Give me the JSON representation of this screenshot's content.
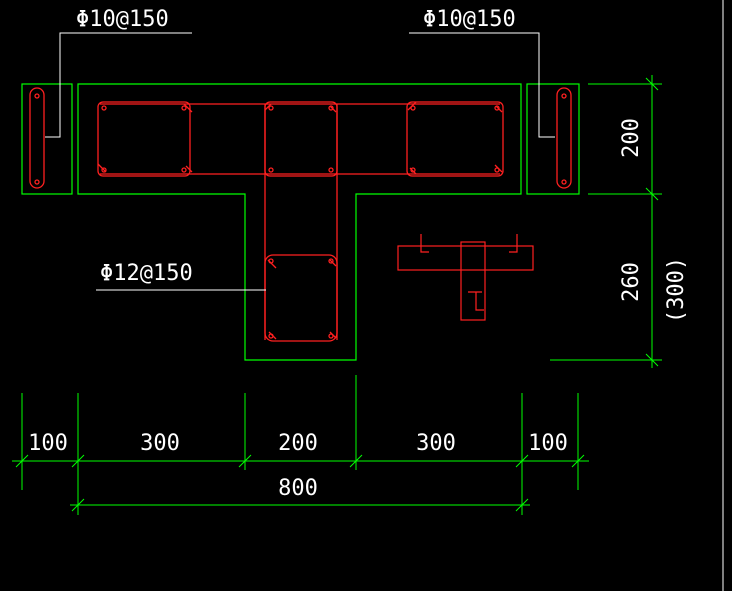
{
  "labels": {
    "rebar_left": "Φ10@150",
    "rebar_right": "Φ10@150",
    "rebar_stem": "Φ12@150"
  },
  "dimensions": {
    "horizontal": [
      "100",
      "300",
      "200",
      "300",
      "100"
    ],
    "total": "800",
    "vertical_top": "200",
    "vertical_bottom": "260",
    "vertical_bottom_alt": "(300)"
  },
  "colors": {
    "background": "#000000",
    "concrete_outline": "#00ff00",
    "rebar": "#ff2020",
    "text": "#ffffff",
    "leader": "#ffffff"
  }
}
